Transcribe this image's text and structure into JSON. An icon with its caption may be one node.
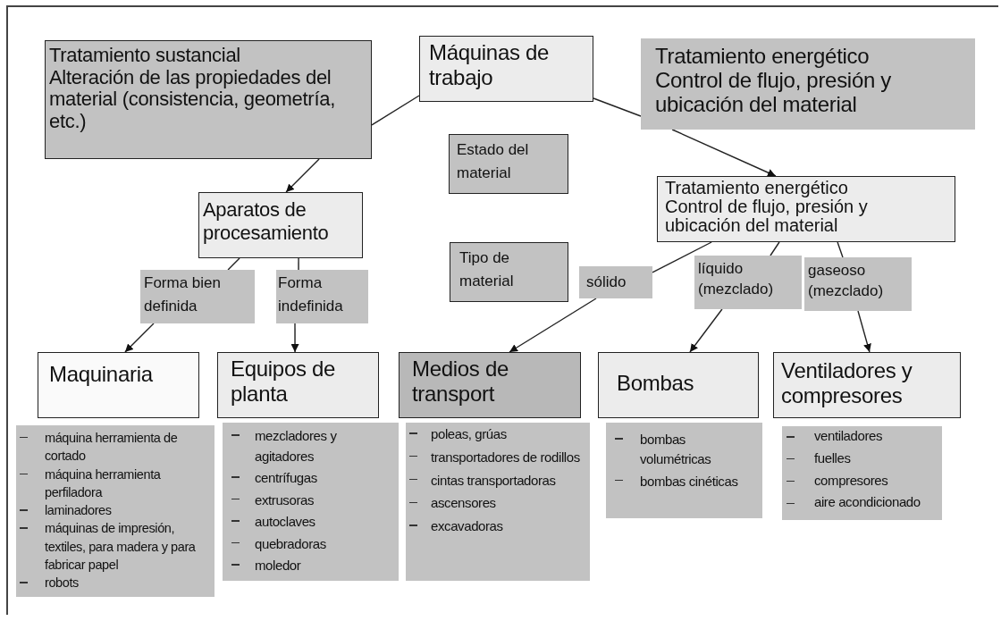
{
  "diagram": {
    "nodes": [
      {
        "text": [
          "Máquinas de trabajo"
        ]
      },
      {
        "text": [
          "Tratamiento sustancial",
          "Alteración de las propiedades del material (consistencia, geometría, etc.)"
        ]
      },
      {
        "text": [
          "Tratamiento energético",
          "Control de flujo, presión y ubicación del material"
        ]
      },
      {
        "text": [
          "Estado del material"
        ]
      },
      {
        "text": [
          "Aparatos de procesamiento"
        ]
      },
      {
        "text": [
          "Tratamiento energético",
          "Control de flujo, presión y ubicación del material"
        ]
      },
      {
        "text": [
          "Tipo de material"
        ]
      },
      {
        "text": [
          "Forma bien definida"
        ]
      },
      {
        "text": [
          "Forma indefinida"
        ]
      },
      {
        "text": [
          "sólido"
        ]
      },
      {
        "text": [
          "líquido (mezclado)"
        ]
      },
      {
        "text": [
          "gaseoso (mezclado)"
        ]
      },
      {
        "text": [
          "Maquinaria"
        ]
      },
      {
        "text": [
          "Equipos de planta"
        ]
      },
      {
        "text": [
          "Medios de transport"
        ]
      },
      {
        "text": [
          "Bombas"
        ]
      },
      {
        "text": [
          "Ventiladores y compresores"
        ]
      },
      {
        "text": [
          "máquina herramienta de cortado",
          "máquina herramienta perfiladora",
          "laminadores",
          "máquinas de impresión, textiles, para madera y para fabricar papel",
          "robots"
        ]
      },
      {
        "text": [
          "mezcladores y agitadores",
          "centrífugas",
          "extrusoras",
          "autoclaves",
          "quebradoras",
          "moledor"
        ]
      },
      {
        "text": [
          "poleas, grúas",
          "transportadores de rodillos",
          "cintas transportadoras",
          "ascensores",
          "excavadoras"
        ]
      },
      {
        "text": [
          "bombas volumétricas",
          "bombas cinéticas"
        ]
      },
      {
        "text": [
          "ventiladores",
          "fuelles",
          "compresores",
          "aire acondicionado"
        ]
      }
    ],
    "edges": [
      {
        "from": 0,
        "to": 1,
        "arrow": "none"
      },
      {
        "from": 1,
        "to": 4,
        "arrow": "to"
      },
      {
        "from": 0,
        "to": 2,
        "arrow": "none"
      },
      {
        "from": 2,
        "to": 5,
        "arrow": "to"
      },
      {
        "from": 4,
        "to": 7,
        "arrow": "none"
      },
      {
        "from": 7,
        "to": 12,
        "arrow": "to"
      },
      {
        "from": 4,
        "to": 8,
        "arrow": "none"
      },
      {
        "from": 8,
        "to": 13,
        "arrow": "to"
      },
      {
        "from": 5,
        "to": 9,
        "arrow": "none"
      },
      {
        "from": 9,
        "to": 14,
        "arrow": "to"
      },
      {
        "from": 5,
        "to": 10,
        "arrow": "none"
      },
      {
        "from": 10,
        "to": 15,
        "arrow": "to"
      },
      {
        "from": 5,
        "to": 11,
        "arrow": "none"
      },
      {
        "from": 11,
        "to": 16,
        "arrow": "to"
      }
    ]
  }
}
